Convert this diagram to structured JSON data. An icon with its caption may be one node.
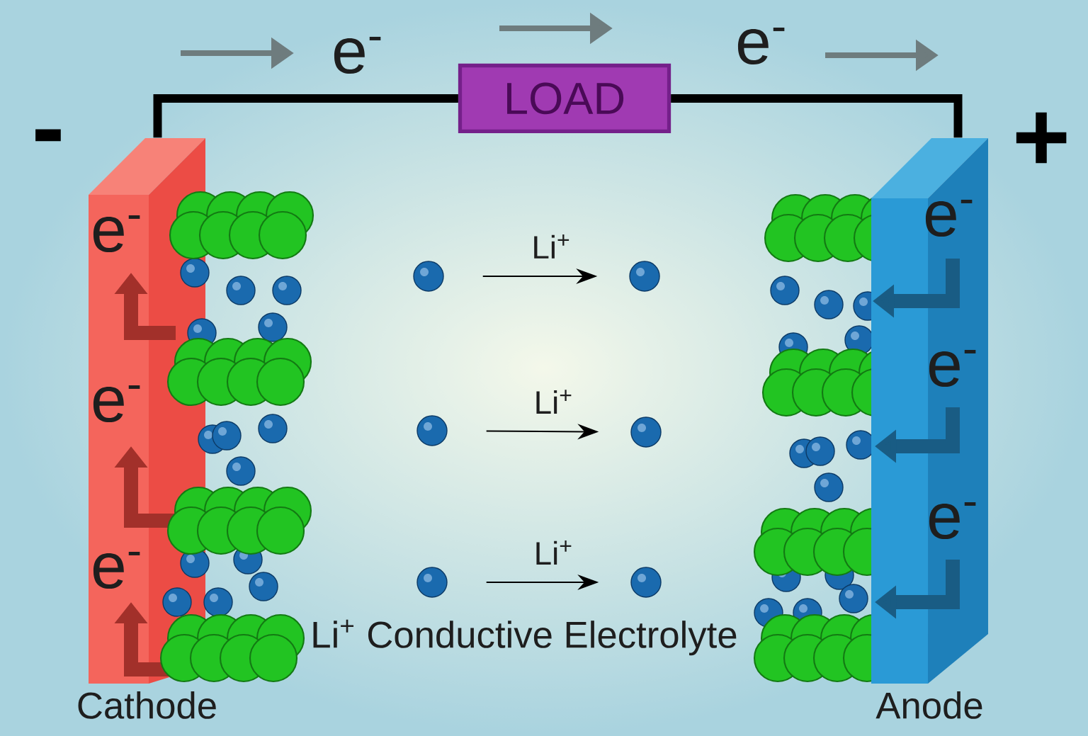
{
  "diagram": {
    "nodes": [
      {
        "text": [
          "Cathode"
        ],
        "beside": [
          "-"
        ]
      },
      {
        "text": [
          "LOAD"
        ]
      },
      {
        "text": [
          "Anode"
        ],
        "beside": [
          "+"
        ]
      },
      {
        "text": [],
        "shape": "circle"
      },
      {
        "text": [],
        "shape": "circle"
      },
      {
        "text": [],
        "shape": "circle"
      },
      {
        "text": [],
        "shape": "circle"
      },
      {
        "text": [],
        "shape": "circle"
      },
      {
        "text": [],
        "shape": "circle"
      }
    ],
    "edges": [
      {
        "from": 0,
        "to": 1,
        "arrow": "none",
        "style": "thick"
      },
      {
        "from": 1,
        "to": 2,
        "arrow": "none",
        "style": "thick"
      },
      {
        "from": 3,
        "to": 4,
        "arrow": "to",
        "label": "Li$^{+}$"
      },
      {
        "from": 5,
        "to": 6,
        "arrow": "to",
        "label": "Li$^{+}$"
      },
      {
        "from": 7,
        "to": 8,
        "arrow": "to",
        "label": "Li$^{+}$"
      }
    ],
    "labels": [
      "e$^{-}$",
      "e$^{-}$",
      "e$^{-}$",
      "e$^{-}$",
      "e$^{-}$",
      "e$^{-}$",
      "e$^{-}$",
      "e$^{-}$",
      "Li$^{+}$ Conductive Electrolyte"
    ]
  }
}
